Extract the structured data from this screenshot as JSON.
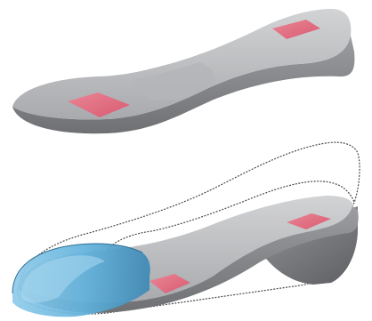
{
  "illustration": {
    "colors": {
      "background": "#ffffff",
      "sole_top": "#c8c9cb",
      "sole_mid": "#a9aaad",
      "sole_dark": "#8c8d90",
      "sole_shadow": "#6f7073",
      "pad": "#e0647a",
      "pad_highlight": "#ea8696",
      "toe_cap_light": "#8fcbea",
      "toe_cap_mid": "#58acd8",
      "toe_cap_dark": "#3a86b2",
      "outline": "#4a4a4a"
    },
    "parts": {
      "top": [
        "insole",
        "forefoot-pad",
        "heel-pad"
      ],
      "bottom": [
        "shoe-outline",
        "insole",
        "heel-wedge",
        "toe-cap",
        "forefoot-pad",
        "heel-pad"
      ]
    }
  }
}
